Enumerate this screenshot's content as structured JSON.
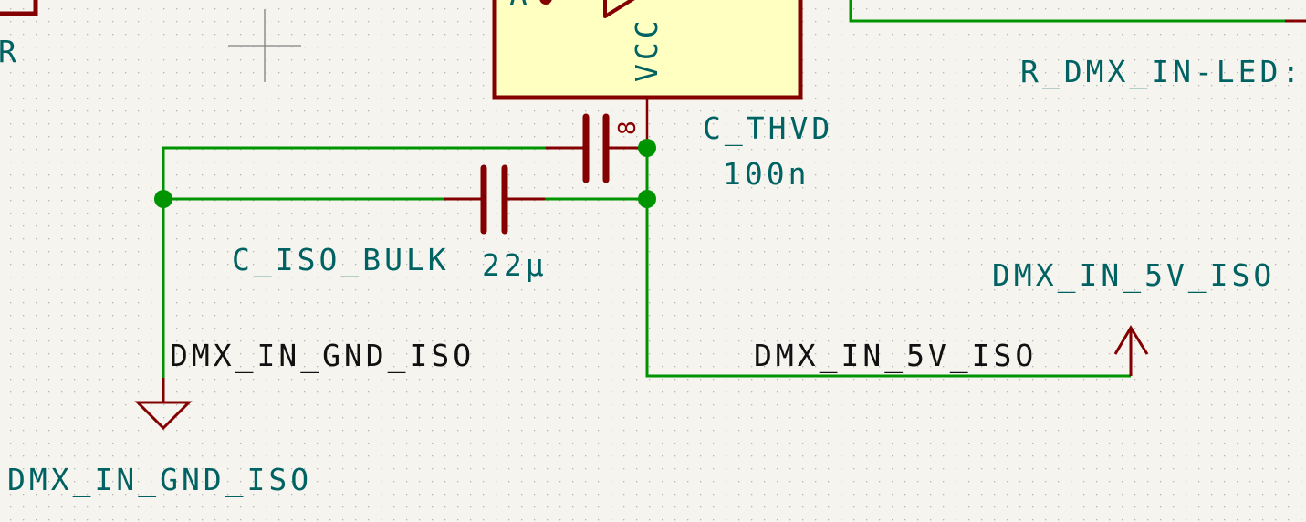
{
  "app": "KiCad Schematic Editor",
  "colors": {
    "background": "#f5f4ef",
    "grid": "#b4b4b4",
    "wire": "#009400",
    "symbol": "#840000",
    "symbol_fill": "#ffffc2",
    "field_text": "#006262",
    "net_label": "#111111",
    "junction": "#009400"
  },
  "components": {
    "ic": {
      "pins_visible": [
        "A",
        "VCC"
      ],
      "vcc_pin_number": "8"
    },
    "c_thvd": {
      "reference": "C_THVD",
      "value": "100n"
    },
    "c_iso_bulk": {
      "reference": "C_ISO_BULK",
      "value": "22µ"
    },
    "r_left": {
      "reference_partial": "R"
    },
    "r_right": {
      "reference_partial": "R_DMX_IN-LED:"
    }
  },
  "net_labels": {
    "gnd_wire_label": "DMX_IN_GND_ISO",
    "v5_wire_label": "DMX_IN_5V_ISO"
  },
  "power_symbols": {
    "gnd": {
      "value": "DMX_IN_GND_ISO",
      "type": "ground"
    },
    "v5": {
      "value": "DMX_IN_5V_ISO",
      "type": "power-arrow"
    }
  }
}
